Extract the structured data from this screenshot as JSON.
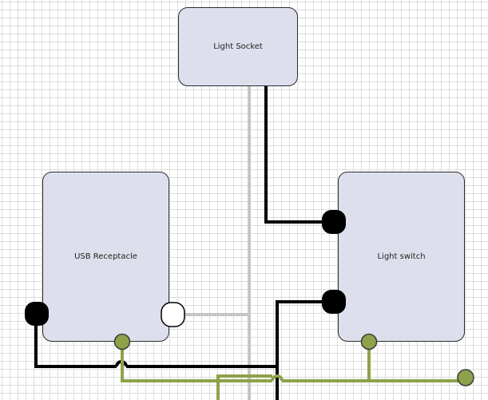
{
  "diagram": {
    "nodes": {
      "light_socket": {
        "label": "Light Socket"
      },
      "usb_receptacle": {
        "label": "USB Receptacle"
      },
      "light_switch": {
        "label": "Light switch"
      }
    },
    "colors": {
      "background": "#ffffff",
      "grid": "#dcdcdc",
      "box_fill": "#dde0ec",
      "box_border": "#2c2c2c",
      "hot_wire": "#000000",
      "neutral_wire": "#c9c5c2",
      "ground_wire": "#8da24a",
      "neutral_terminal": "#ffffff"
    }
  }
}
